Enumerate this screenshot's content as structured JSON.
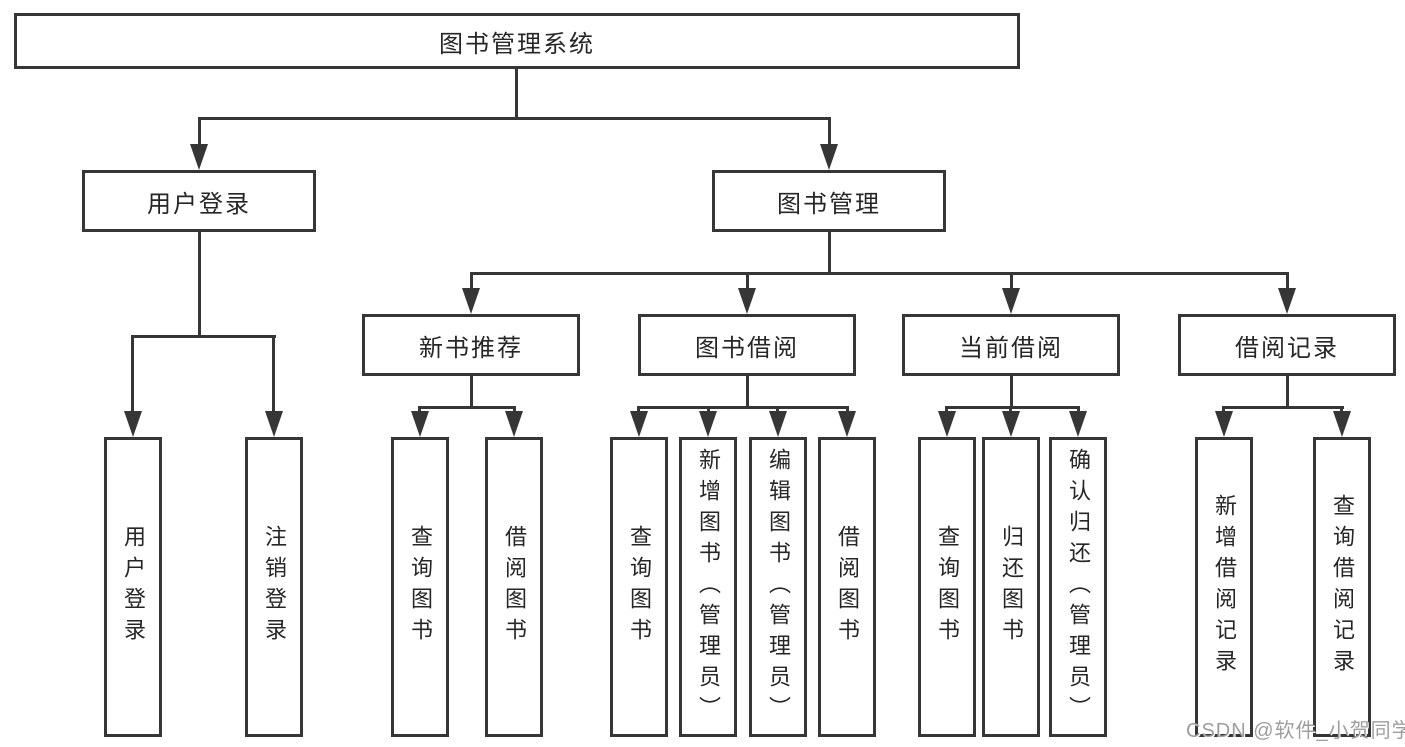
{
  "colors": {
    "line": "#363636",
    "box_border": "#363636",
    "box_background": "#ffffff",
    "text": "#262626",
    "watermark": "#9e9e9e",
    "page_background": "#ffffff"
  },
  "watermark": "CSDN @软件_小贺同学",
  "nodes": {
    "root": {
      "label": "图书管理系统"
    },
    "level2": [
      {
        "label": "用户登录",
        "children": [
          {
            "label": "用户登录"
          },
          {
            "label": "注销登录"
          }
        ]
      },
      {
        "label": "图书管理",
        "children": [
          {
            "label": "新书推荐",
            "children": [
              {
                "label": "查询图书"
              },
              {
                "label": "借阅图书"
              }
            ]
          },
          {
            "label": "图书借阅",
            "children": [
              {
                "label": "查询图书"
              },
              {
                "label": "新增图书（管理员）"
              },
              {
                "label": "编辑图书（管理员）"
              },
              {
                "label": "借阅图书"
              }
            ]
          },
          {
            "label": "当前借阅",
            "children": [
              {
                "label": "查询图书"
              },
              {
                "label": "归还图书"
              },
              {
                "label": "确认归还（管理员）"
              }
            ]
          },
          {
            "label": "借阅记录",
            "children": [
              {
                "label": "新增借阅记录"
              },
              {
                "label": "查询借阅记录"
              }
            ]
          }
        ]
      }
    ]
  }
}
